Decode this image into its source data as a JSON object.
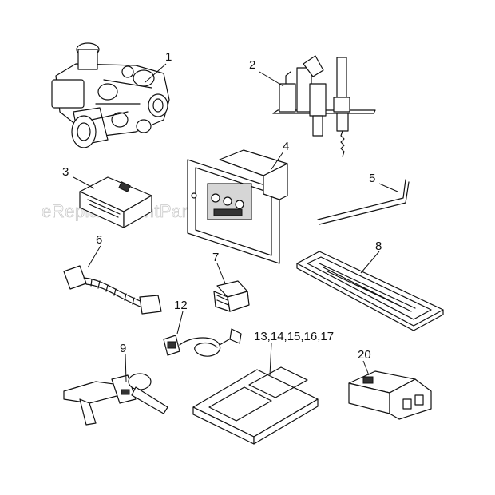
{
  "watermark": "eReplacementParts.com",
  "callouts": {
    "c1": "1",
    "c2": "2",
    "c3": "3",
    "c4": "4",
    "c5": "5",
    "c6": "6",
    "c7": "7",
    "c8": "8",
    "c9": "9",
    "c12": "12",
    "c13": "13,14,15,16,17",
    "c20": "20"
  }
}
